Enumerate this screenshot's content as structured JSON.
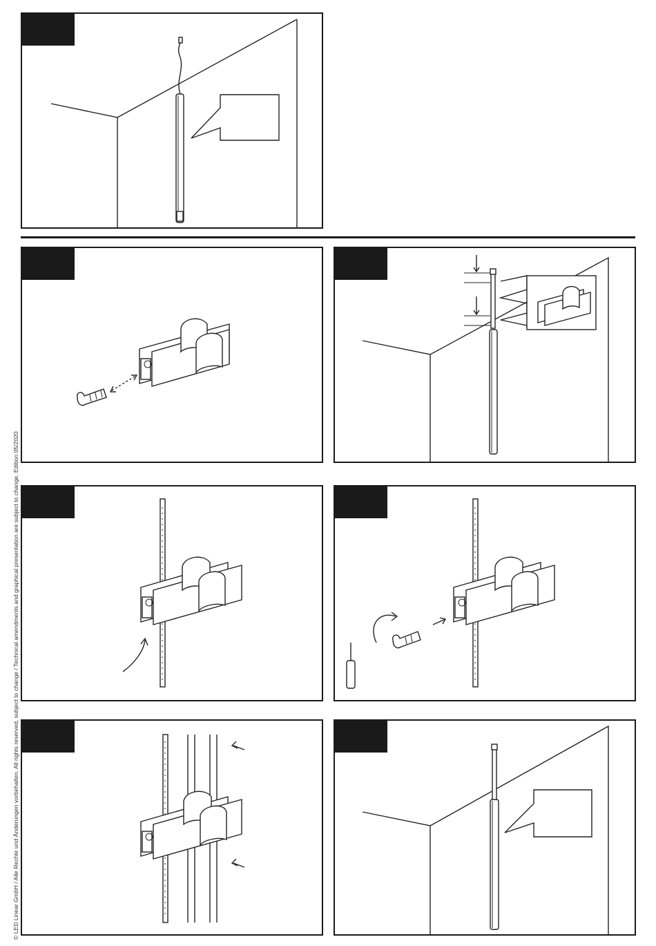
{
  "footer": {
    "legal_text": "© LED Linear GmbH / Alle Rechte und Änderungen vorbehalten. All rights reserved, subject to change / Technical amendments and graphical presentation are subject to change. Edition 05/2020"
  },
  "colors": {
    "line": "#222222",
    "tab": "#1a1a1a",
    "background": "#ffffff"
  },
  "panels": [
    {
      "id": "step-1",
      "depicts": "tube-at-cabinet"
    },
    {
      "id": "step-2",
      "depicts": "clip-and-screw"
    },
    {
      "id": "step-3",
      "depicts": "tube-with-clip-detail"
    },
    {
      "id": "step-4",
      "depicts": "clip-on-rail"
    },
    {
      "id": "step-5",
      "depicts": "screw-into-clip"
    },
    {
      "id": "step-6",
      "depicts": "tube-in-clip"
    },
    {
      "id": "step-7",
      "depicts": "mounted-tube"
    }
  ]
}
